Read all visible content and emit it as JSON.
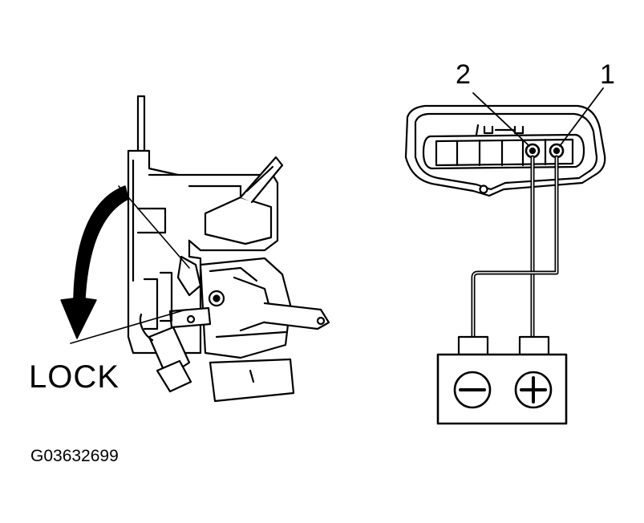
{
  "labels": {
    "lock": "LOCK",
    "figure_code": "G03632699",
    "pin_2": "2",
    "pin_1": "1"
  },
  "battery": {
    "negative_symbol": "minus-icon",
    "positive_symbol": "plus-icon"
  },
  "colors": {
    "ink": "#000000",
    "background": "#ffffff"
  }
}
